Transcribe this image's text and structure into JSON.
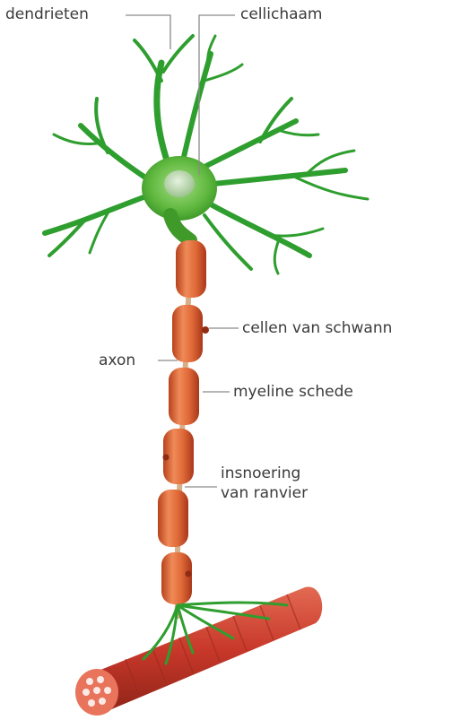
{
  "labels": {
    "dendrites": "dendrieten",
    "cell_body": "cellichaam",
    "schwann_cells": "cellen van schwann",
    "axon": "axon",
    "myelin_sheath": "myeline schede",
    "ranvier_line1": "insnoering",
    "ranvier_line2": "van ranvier"
  },
  "colors": {
    "dendrite_green": "#2e9e2e",
    "cell_body_green": "#6cc24a",
    "nucleus": "#b9d9b0",
    "myelin_orange": "#d9552b",
    "myelin_light": "#f08a5d",
    "muscle_red": "#c93a2a",
    "leader_line": "#8a8a8a",
    "text": "#3b3b3b"
  }
}
